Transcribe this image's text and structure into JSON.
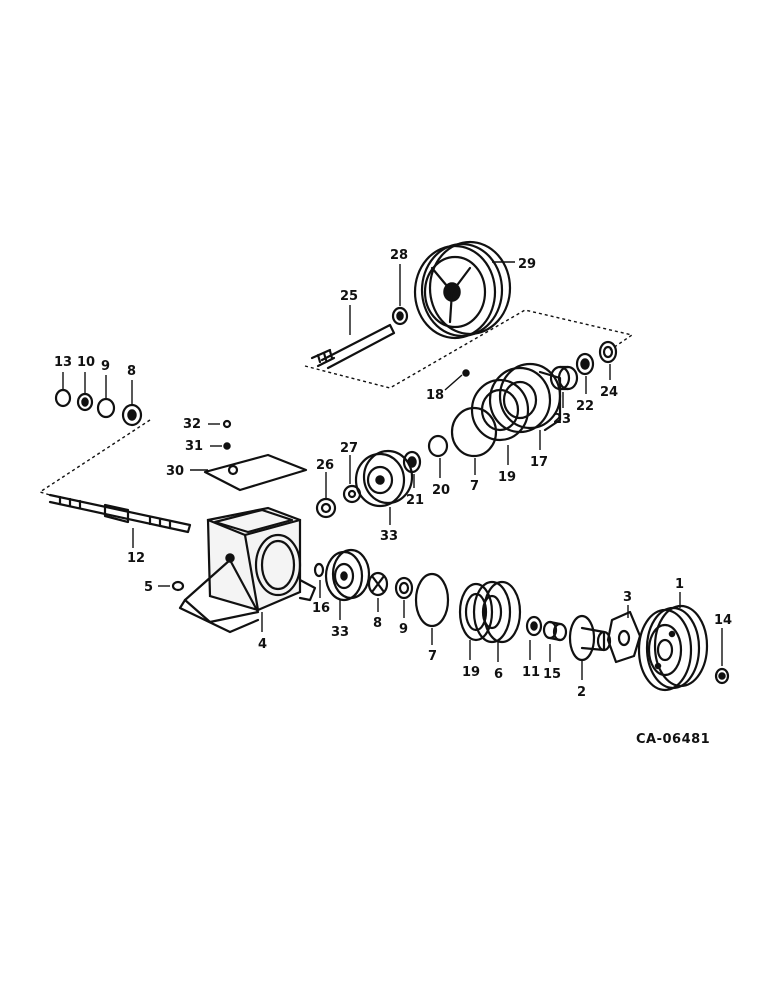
{
  "figure_code": "CA-06481",
  "callouts": {
    "c1": "1",
    "c2": "2",
    "c3": "3",
    "c4": "4",
    "c5": "5",
    "c6": "6",
    "c7a": "7",
    "c7b": "7",
    "c8a": "8",
    "c8b": "8",
    "c9a": "9",
    "c9b": "9",
    "c10": "10",
    "c11": "11",
    "c12": "12",
    "c13": "13",
    "c14": "14",
    "c15": "15",
    "c16": "16",
    "c17": "17",
    "c18": "18",
    "c19a": "19",
    "c19b": "19",
    "c20": "20",
    "c21": "21",
    "c22": "22",
    "c23": "23",
    "c24": "24",
    "c25": "25",
    "c26": "26",
    "c27": "27",
    "c28": "28",
    "c29": "29",
    "c30": "30",
    "c31": "31",
    "c32": "32",
    "c33a": "33",
    "c33b": "33"
  }
}
